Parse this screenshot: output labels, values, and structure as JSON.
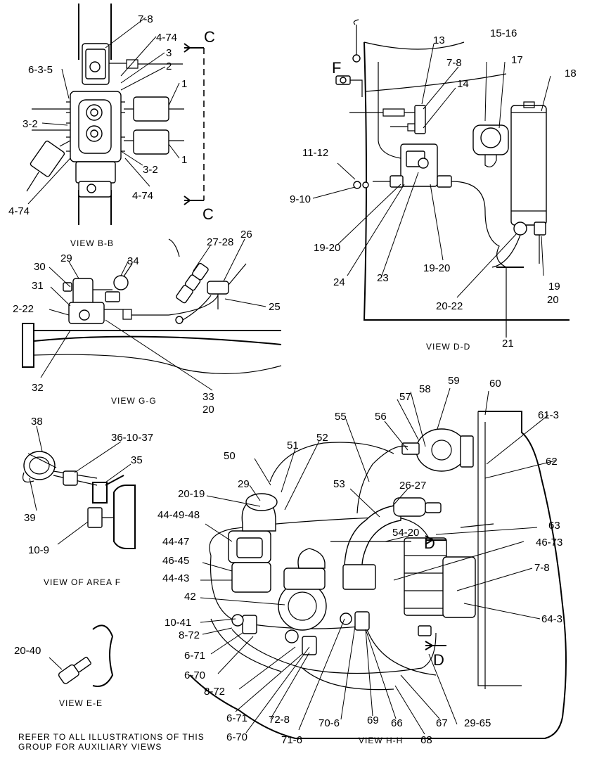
{
  "views": {
    "bb": {
      "caption": "VIEW B-B",
      "section_marks": [
        "C",
        "C"
      ],
      "callouts": [
        "7-8",
        "4-74",
        "3",
        "2",
        "6-3-5",
        "1",
        "3-2",
        "1",
        "3-2",
        "4-74",
        "4-74"
      ]
    },
    "dd": {
      "caption": "VIEW D-D",
      "view_letter": "F",
      "callouts": [
        "13",
        "15-16",
        "17",
        "18",
        "7-8",
        "14",
        "11-12",
        "9-10",
        "19-20",
        "24",
        "23",
        "19-20",
        "19",
        "20",
        "20-22",
        "21"
      ]
    },
    "gg": {
      "caption": "VIEW G-G",
      "callouts": [
        "27-28",
        "26",
        "30",
        "29",
        "34",
        "31",
        "25",
        "2-22",
        "32",
        "33",
        "20"
      ]
    },
    "area_f": {
      "caption": "VIEW OF AREA F",
      "callouts": [
        "38",
        "36-10-37",
        "35",
        "39",
        "10-9"
      ]
    },
    "ee": {
      "caption": "VIEW E-E",
      "callouts": [
        "20-40"
      ]
    },
    "hh": {
      "caption": "VIEW H-H",
      "section_marks": [
        "D",
        "D"
      ],
      "callouts": [
        "59",
        "60",
        "58",
        "57",
        "56",
        "55",
        "61-3",
        "52",
        "51",
        "50",
        "62",
        "53",
        "26-27",
        "29",
        "20-19",
        "44-49-48",
        "54-20",
        "63",
        "46-73",
        "44-47",
        "7-8",
        "46-45",
        "44-43",
        "42",
        "64-3",
        "10-41",
        "8-72",
        "6-71",
        "6-70",
        "8-72",
        "6-71",
        "72-8",
        "6-70",
        "71-6",
        "70-6",
        "69",
        "66",
        "67",
        "68",
        "29-65"
      ]
    }
  },
  "footnote": [
    "REFER TO ALL ILLUSTRATIONS OF THIS",
    "GROUP FOR AUXILIARY VIEWS"
  ]
}
